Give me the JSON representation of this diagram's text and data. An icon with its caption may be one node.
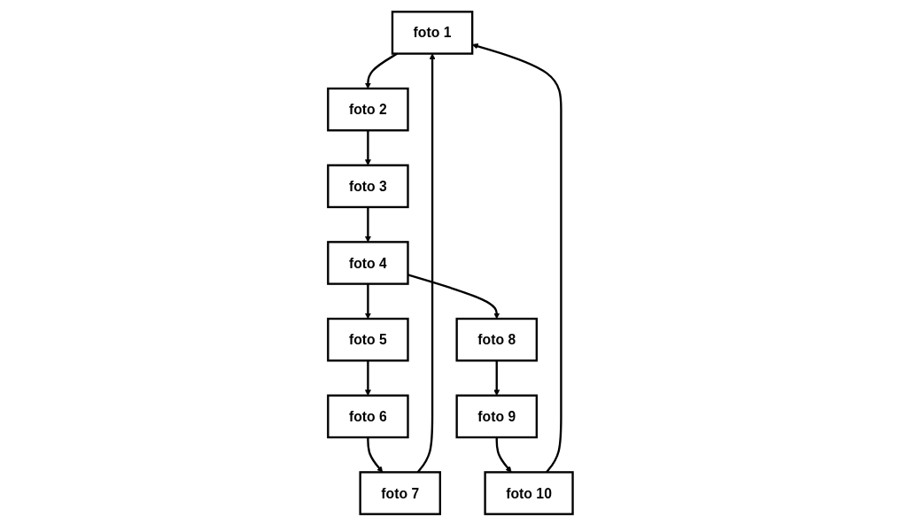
{
  "diagram": {
    "nodes": [
      {
        "text": [
          "foto 1"
        ]
      },
      {
        "text": [
          "foto 2"
        ]
      },
      {
        "text": [
          "foto 3"
        ]
      },
      {
        "text": [
          "foto 4"
        ]
      },
      {
        "text": [
          "foto 5"
        ]
      },
      {
        "text": [
          "foto 6"
        ]
      },
      {
        "text": [
          "foto 7"
        ]
      },
      {
        "text": [
          "foto 8"
        ]
      },
      {
        "text": [
          "foto 9"
        ]
      },
      {
        "text": [
          "foto 10"
        ]
      }
    ],
    "edges": [
      {
        "from": 0,
        "to": 1,
        "arrow": "to"
      },
      {
        "from": 1,
        "to": 2,
        "arrow": "to"
      },
      {
        "from": 2,
        "to": 3,
        "arrow": "to"
      },
      {
        "from": 3,
        "to": 4,
        "arrow": "to"
      },
      {
        "from": 4,
        "to": 5,
        "arrow": "to"
      },
      {
        "from": 5,
        "to": 6,
        "arrow": "to"
      },
      {
        "from": 6,
        "to": 0,
        "arrow": "to"
      },
      {
        "from": 3,
        "to": 7,
        "arrow": "to"
      },
      {
        "from": 7,
        "to": 8,
        "arrow": "to"
      },
      {
        "from": 8,
        "to": 9,
        "arrow": "to"
      },
      {
        "from": 9,
        "to": 0,
        "arrow": "to"
      }
    ]
  }
}
